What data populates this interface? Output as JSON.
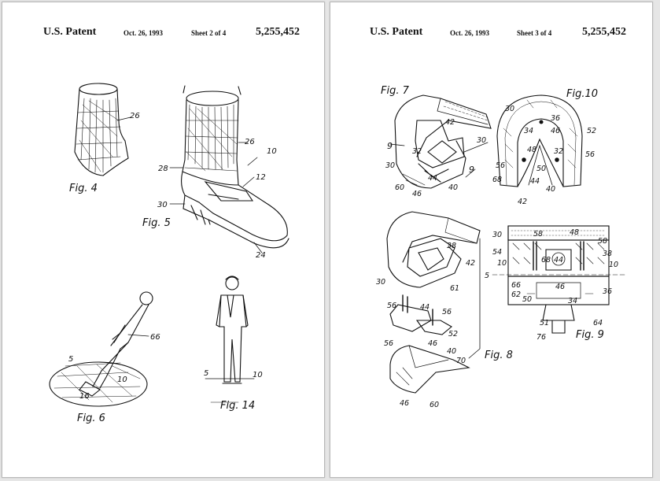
{
  "pages": [
    {
      "header": {
        "title": "U.S. Patent",
        "date": "Oct. 26, 1993",
        "sheet": "Sheet 2 of 4",
        "number": "5,255,452"
      },
      "figures": {
        "fig4": "Fig. 4",
        "fig5": "Fig. 5",
        "fig6": "Fig. 6",
        "fig14": "Fig. 14"
      },
      "refs": {
        "r26a": "26",
        "r26b": "26",
        "r10a": "10",
        "r12": "12",
        "r28": "28",
        "r30": "30",
        "r24": "24",
        "r66": "66",
        "r5a": "5",
        "r10b": "10",
        "r16": "16",
        "r5b": "5",
        "r10c": "10"
      }
    },
    {
      "header": {
        "title": "U.S. Patent",
        "date": "Oct. 26, 1993",
        "sheet": "Sheet 3 of 4",
        "number": "5,255,452"
      },
      "figures": {
        "fig7": "Fig. 7",
        "fig8": "Fig. 8",
        "fig9": "Fig. 9",
        "fig10": "Fig.10"
      },
      "refs": {
        "a42": "42",
        "a30": "30",
        "a9a": "9",
        "a32": "32",
        "a30b": "30",
        "a44": "44",
        "a9b": "9",
        "a60": "60",
        "a46": "46",
        "a40": "40",
        "b30": "30",
        "b36": "36",
        "b34": "34",
        "b46": "46",
        "b52": "52",
        "b48": "48",
        "b32": "32",
        "b56a": "56",
        "b56b": "56",
        "b68": "68",
        "b50": "50",
        "b44": "44",
        "b40": "40",
        "b42": "42",
        "c38": "38",
        "c42": "42",
        "c30": "30",
        "c61": "61",
        "c56a": "56",
        "c44": "44",
        "c56b": "56",
        "c52": "52",
        "c56c": "56",
        "c46": "46",
        "c40": "40",
        "c70": "70",
        "c46b": "46",
        "c60": "60",
        "d30": "30",
        "d58a": "58",
        "d48": "48",
        "d58b": "58",
        "d54": "54",
        "d38": "38",
        "d10a": "10",
        "d10b": "10",
        "d5": "5",
        "d66": "66",
        "d62": "62",
        "d50": "50",
        "d34": "34",
        "d36": "36",
        "d64": "64",
        "d51": "51",
        "d76": "76",
        "d46": "46",
        "d68": "68",
        "d44": "44"
      }
    }
  ]
}
